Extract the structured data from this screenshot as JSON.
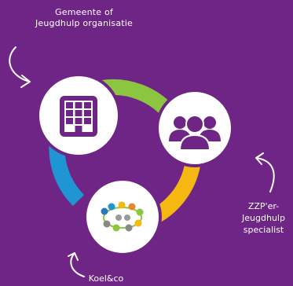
{
  "labels": {
    "organisation": [
      "Gemeente of",
      "Jeugdhulp organisatie"
    ],
    "specialist": [
      "ZZP'er-",
      "Jeugdhulp",
      "specialist"
    ],
    "platform": [
      "Koel&co"
    ]
  },
  "icons": {
    "organisation": "building-icon",
    "specialist": "group-of-people-icon",
    "platform": "network-circle-icon"
  },
  "colors": {
    "background": "#6f2585",
    "ring_green": "#8cc540",
    "ring_yellow": "#f4b811",
    "ring_blue": "#1f96d3",
    "node_fill": "#ffffff",
    "icon_purple": "#6f2585"
  }
}
